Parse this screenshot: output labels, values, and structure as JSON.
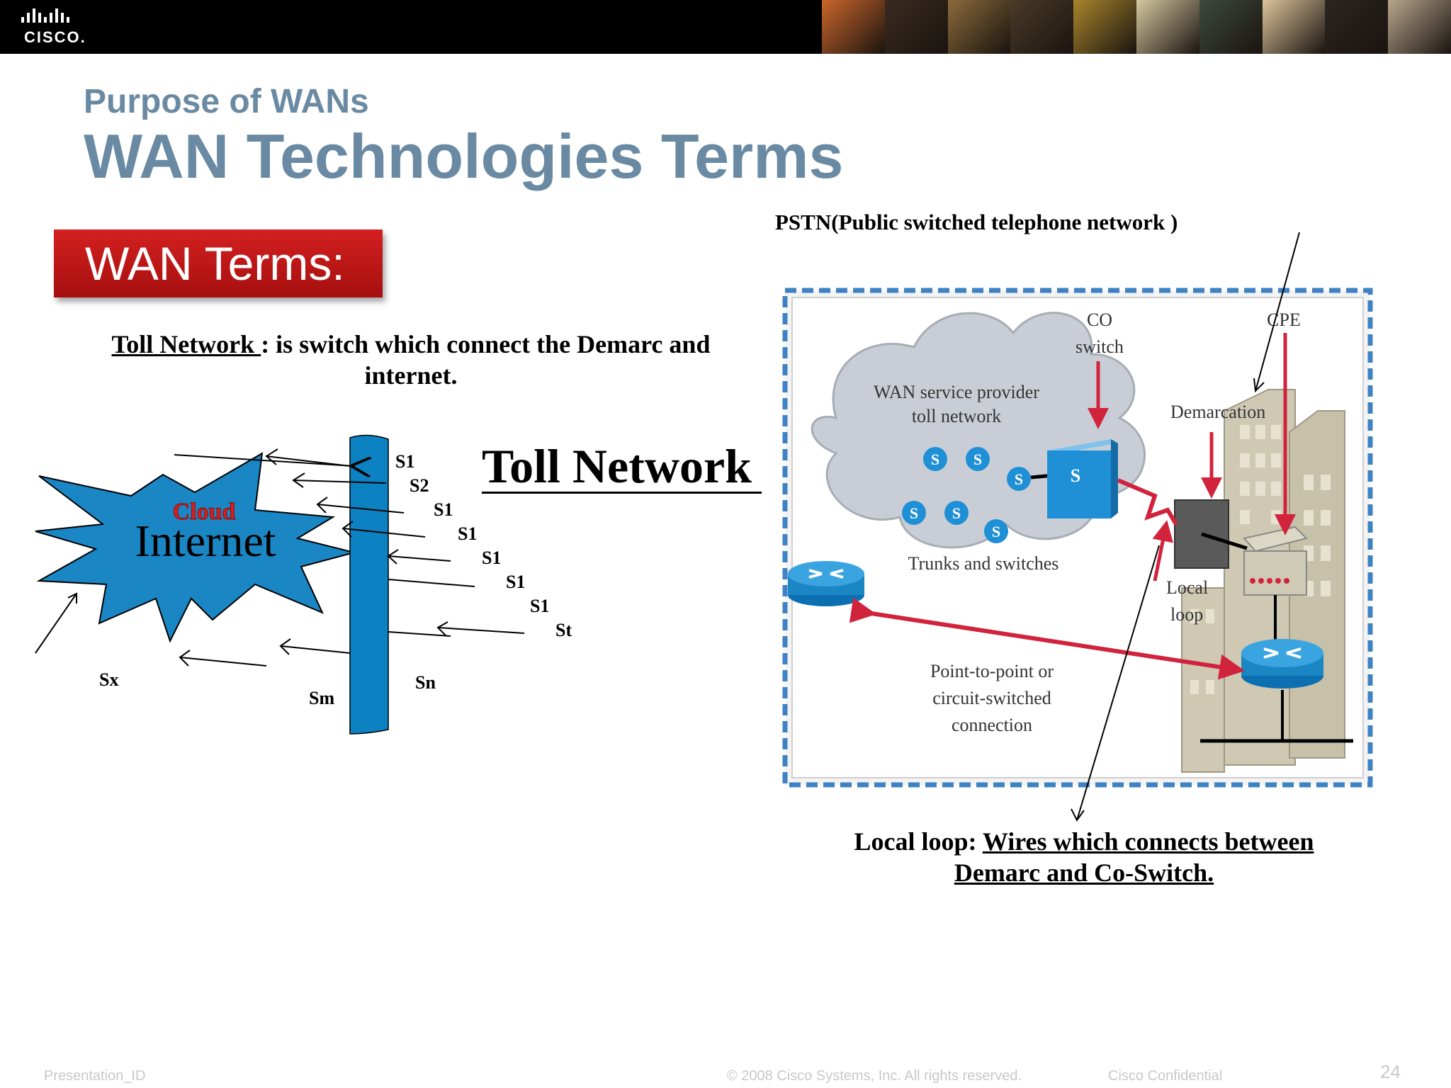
{
  "header": {
    "logo_text": "CISCO.",
    "photo_colors": [
      "#c9652a",
      "#3a2a20",
      "#8a6a3a",
      "#4b3a28",
      "#a8852c",
      "#d5c7a0",
      "#3d4a3c",
      "#dcc39b",
      "#2b2522",
      "#b8a58c"
    ]
  },
  "slide": {
    "subtitle": "Purpose of WANs",
    "title": "WAN Technologies Terms",
    "terms_label": "WAN Terms:",
    "toll_def": {
      "term": "Toll Network ",
      "rest_line1": ": is switch which connect the Demarc  and",
      "rest_line2": "internet."
    },
    "toll_heading": "Toll Network",
    "pstn_label": "PSTN(Public switched telephone network )",
    "local_loop": {
      "term": "Local loop: ",
      "def_line1": "Wires which connects between",
      "def_line2": "Demarc and Co-Switch."
    }
  },
  "left_diagram": {
    "cloud_label": "Cloud",
    "internet_label": "Internet",
    "switch_labels": [
      "S1",
      "S2",
      "S1",
      "S1",
      "S1",
      "S1",
      "S1",
      "St"
    ],
    "sx": "Sx",
    "sm": "Sm",
    "sn": "Sn"
  },
  "right_diagram": {
    "co_switch": [
      "CO",
      "switch"
    ],
    "cpe": "CPE",
    "demarcation": "Demarcation",
    "wan_provider": [
      "WAN service provider",
      "toll network"
    ],
    "trunks": "Trunks and switches",
    "local_loop": [
      "Local",
      "loop"
    ],
    "point_to_point": [
      "Point-to-point or",
      "circuit-switched",
      "connection"
    ],
    "switch_glyph": "S"
  },
  "footer": {
    "presentation_id": "Presentation_ID",
    "copyright": "© 2008 Cisco Systems, Inc. All rights reserved.",
    "confidential": "Cisco Confidential",
    "page_number": "24"
  }
}
